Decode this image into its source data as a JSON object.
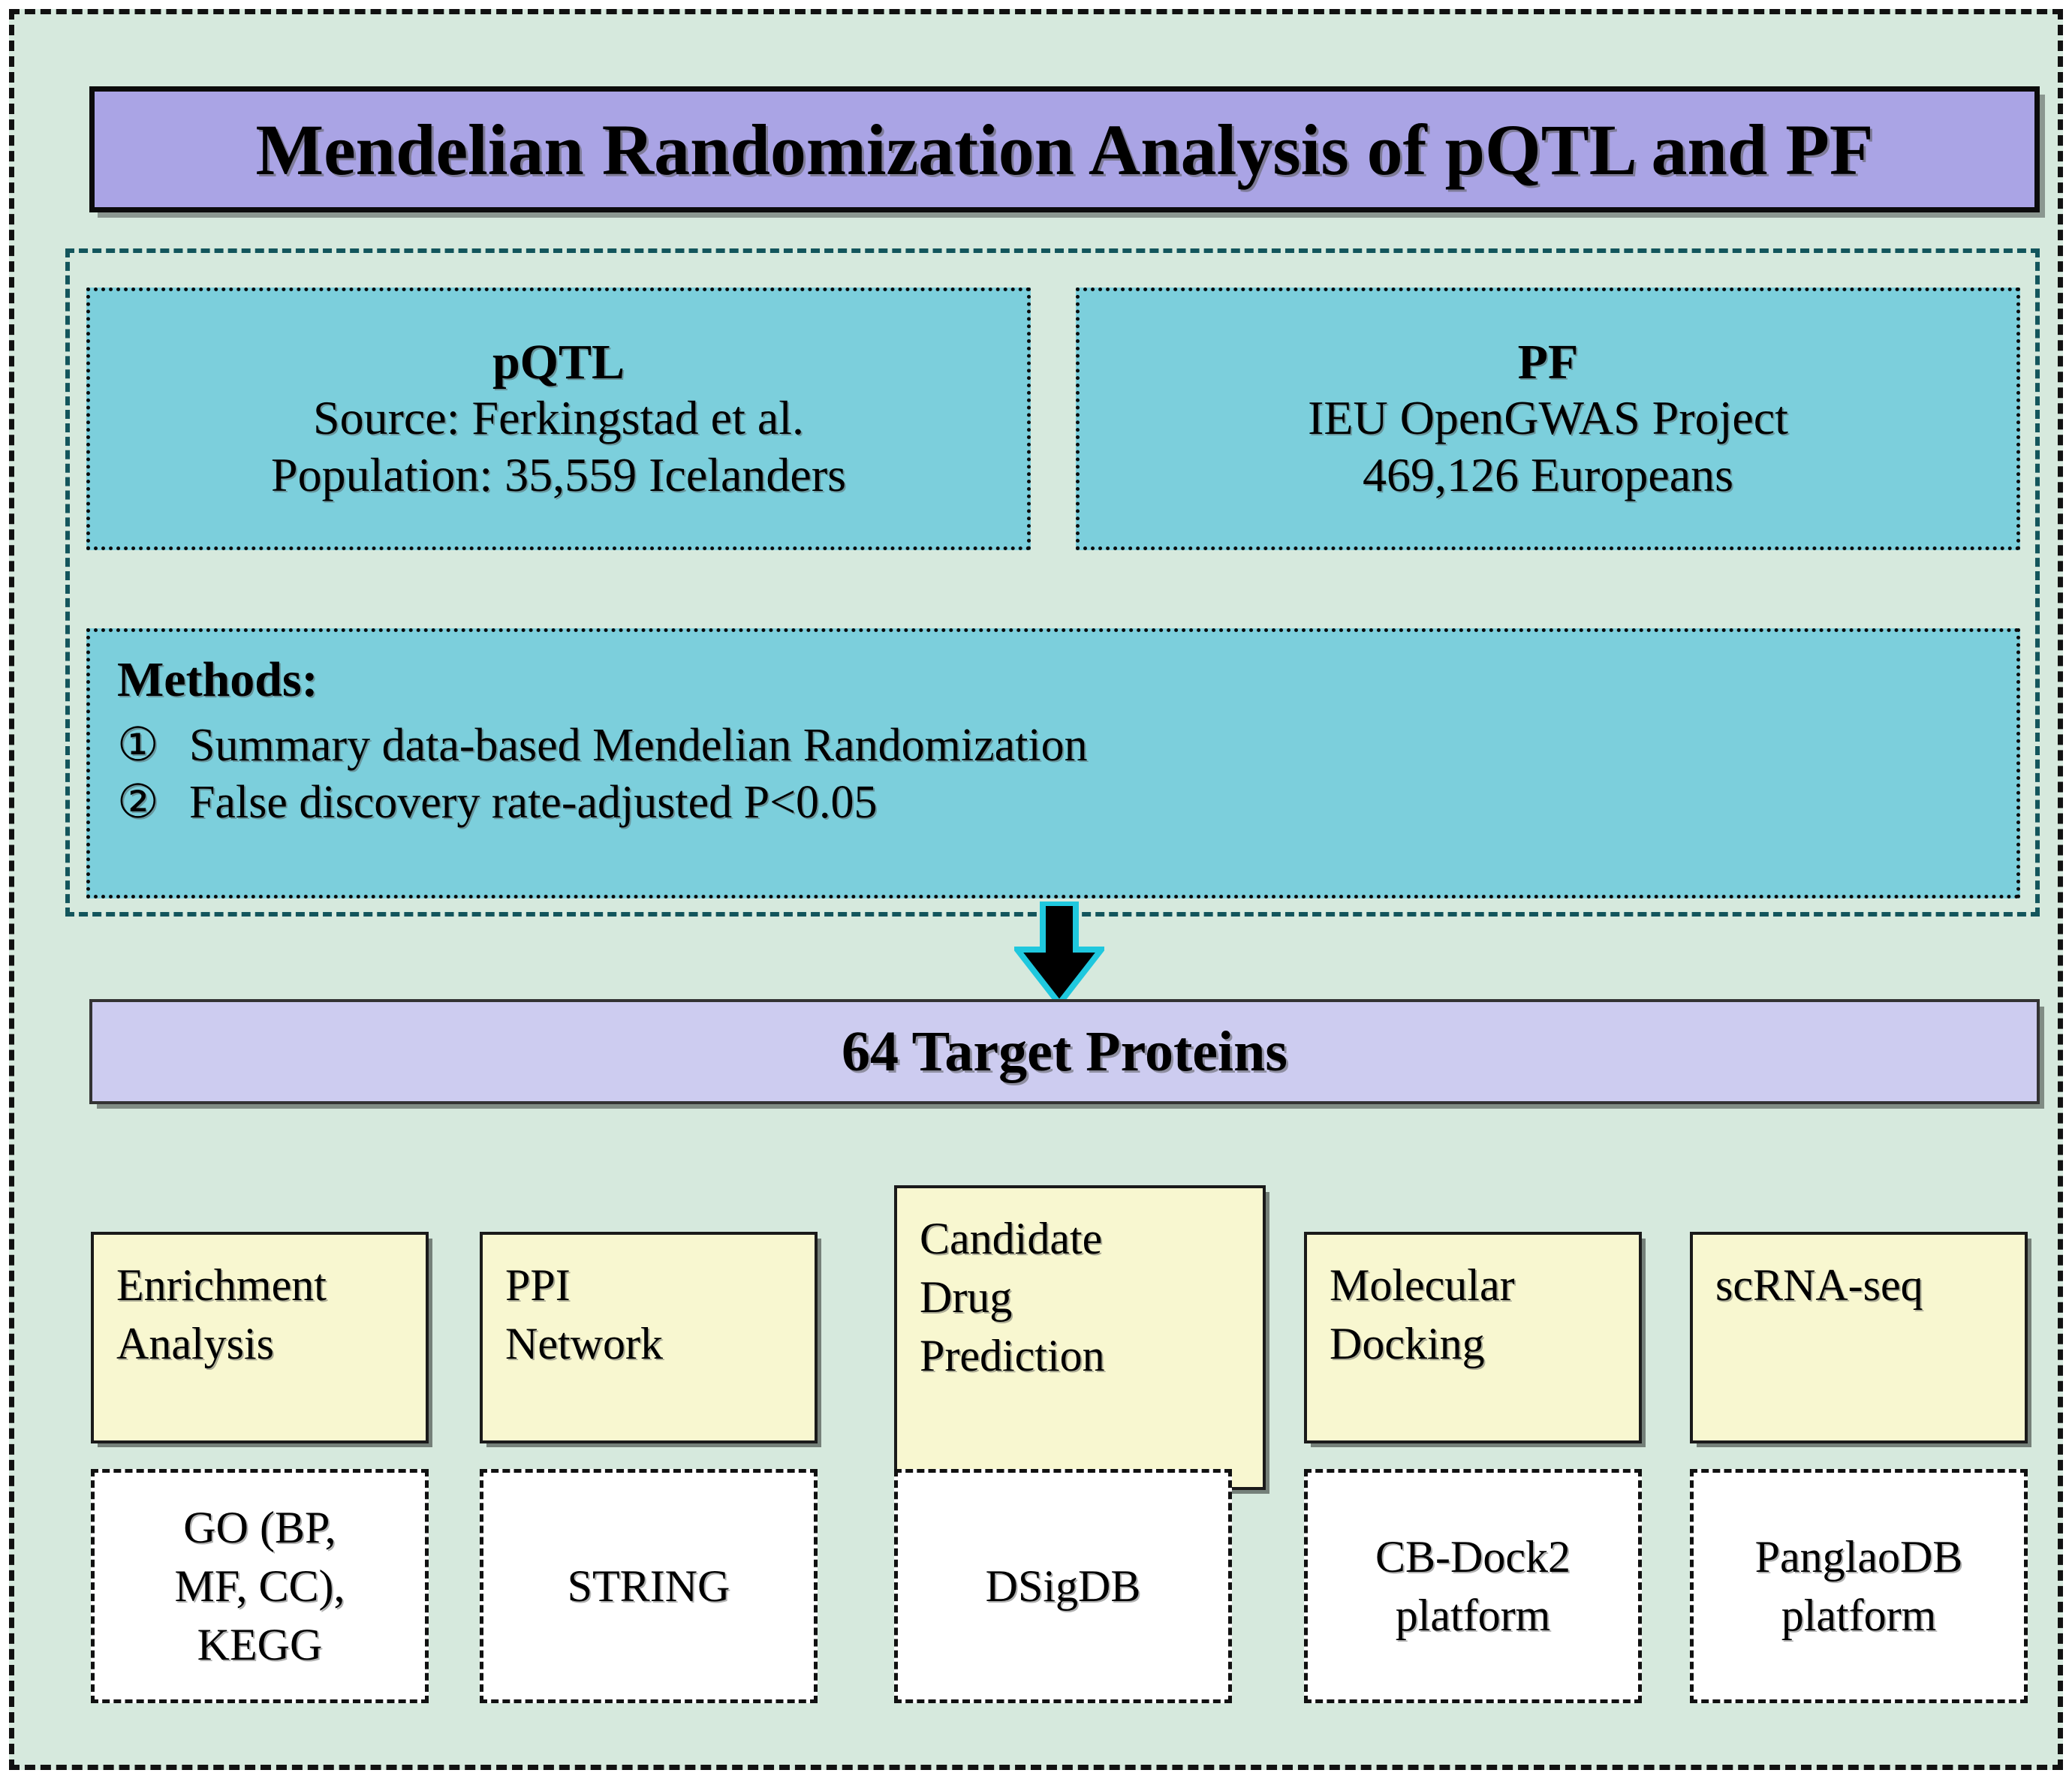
{
  "figure": {
    "title": "Mendelian Randomization Analysis of pQTL and PF",
    "background_color": "#d6e9dd",
    "title_box_color": "#aaa4e5",
    "teal_box_color": "#7ccfdc",
    "result_box_color": "#cdccf0",
    "module_box_color": "#f8f7d0",
    "tool_box_color": "#ffffff",
    "arrow_fill": "#000000",
    "arrow_outline": "#1fc8de"
  },
  "sources": {
    "pqtl": {
      "heading": "pQTL",
      "line1": "Source: Ferkingstad et al.",
      "line2": "Population: 35,559 Icelanders"
    },
    "pf": {
      "heading": "PF",
      "line1": "IEU OpenGWAS Project",
      "line2": "469,126 Europeans"
    }
  },
  "methods": {
    "heading": "Methods:",
    "items": [
      {
        "marker": "①",
        "text": "Summary data-based Mendelian Randomization"
      },
      {
        "marker": "②",
        "text": "False discovery rate-adjusted P<0.05"
      }
    ]
  },
  "result": {
    "label": "64 Target Proteins"
  },
  "modules": [
    {
      "line1": "Enrichment",
      "line2": "Analysis",
      "line3": ""
    },
    {
      "line1": "PPI",
      "line2": "Network",
      "line3": ""
    },
    {
      "line1": "Candidate",
      "line2": "Drug",
      "line3": "Prediction"
    },
    {
      "line1": "Molecular",
      "line2": "Docking",
      "line3": ""
    },
    {
      "line1": "scRNA-seq",
      "line2": "",
      "line3": ""
    }
  ],
  "tools": [
    {
      "line1": "GO (BP,",
      "line2": "MF, CC),",
      "line3": "KEGG"
    },
    {
      "line1": "STRING",
      "line2": "",
      "line3": ""
    },
    {
      "line1": "DSigDB",
      "line2": "",
      "line3": ""
    },
    {
      "line1": "CB-Dock2",
      "line2": "platform",
      "line3": ""
    },
    {
      "line1": "PanglaoDB",
      "line2": "platform",
      "line3": ""
    }
  ]
}
